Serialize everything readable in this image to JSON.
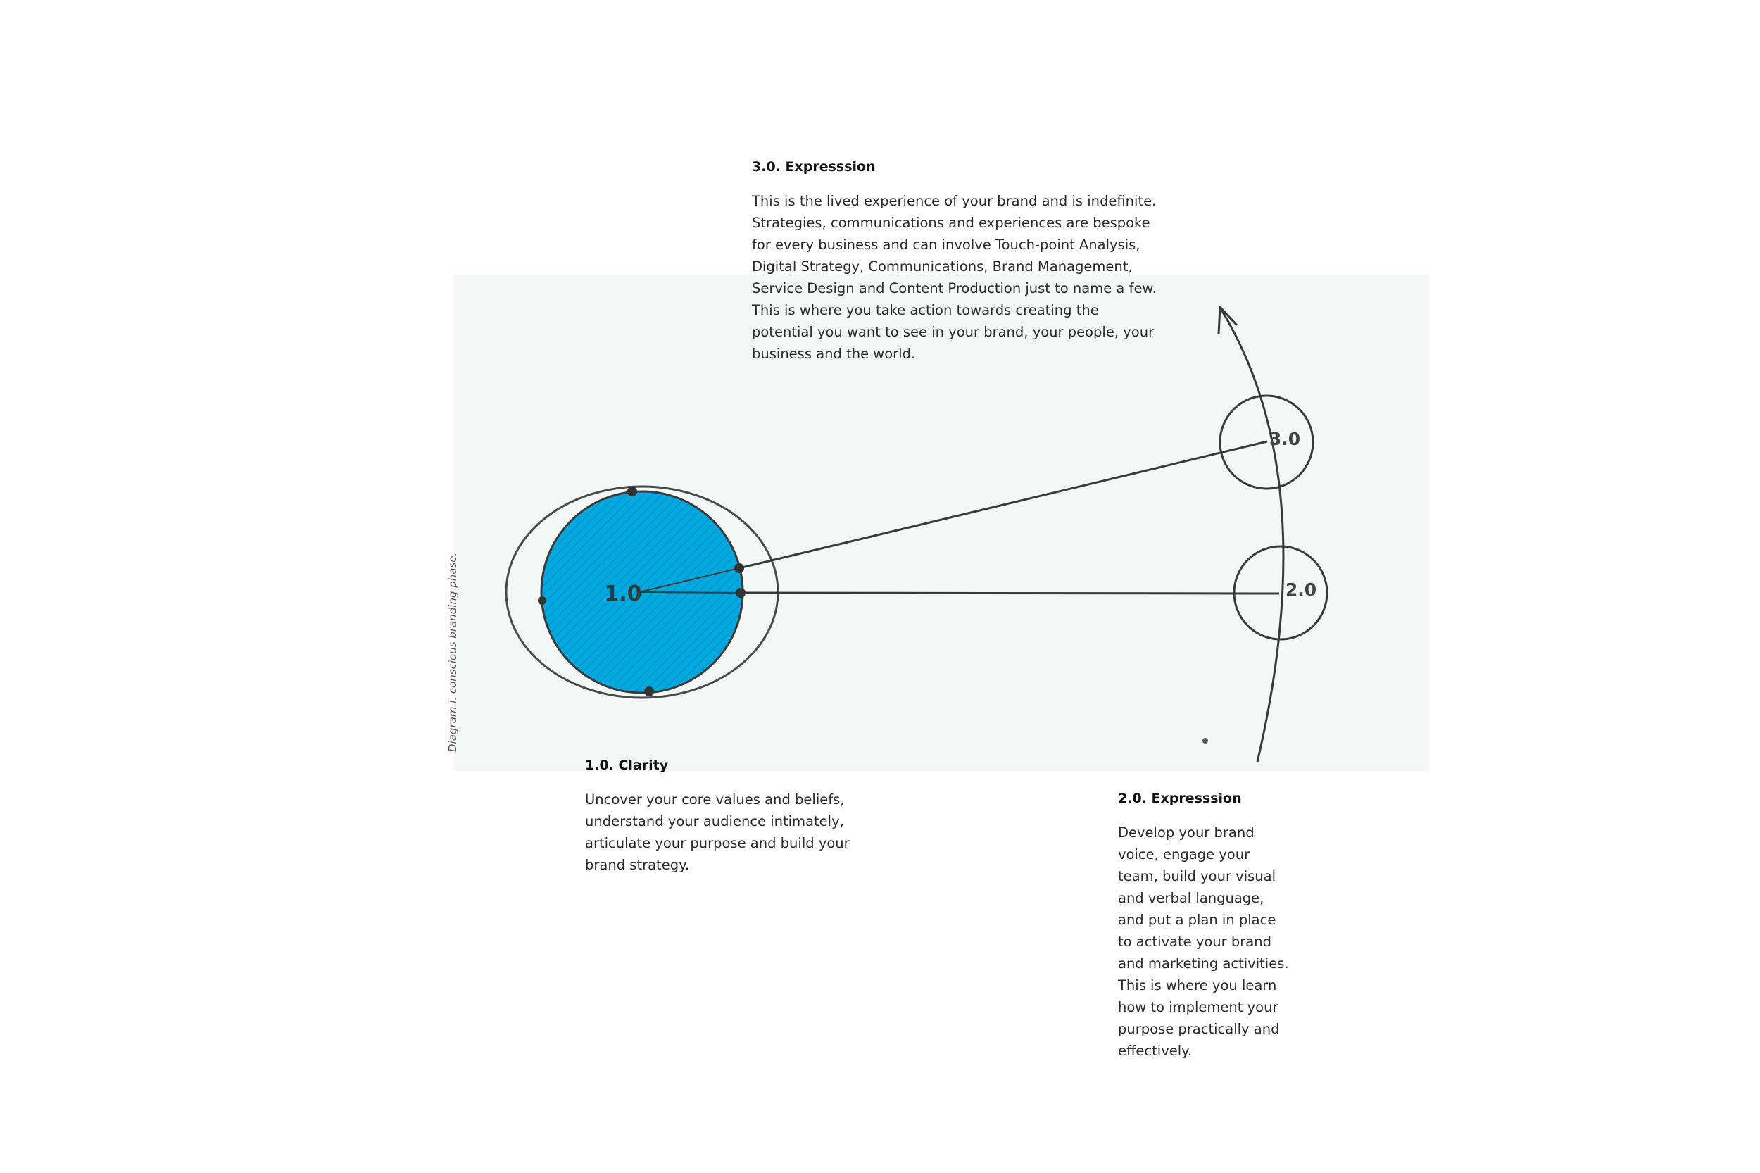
{
  "caption": "Diagram i. conscious branding phase.",
  "colors": {
    "clarity_fill": "#00a8e0",
    "ink": "#3a3a3a",
    "panel": "#f5f6f6"
  },
  "nodes": {
    "clarity": "1.0",
    "expression_2": "2.0",
    "expression_3": "3.0"
  },
  "blocks": {
    "expression_3": {
      "heading": "3.0. Expresssion",
      "body": "This is the lived experience of your brand and is indefinite. Strategies, communications and experiences are bespoke for every business and can involve Touch-point Analysis, Digital Strategy, Communications, Brand Management, Service Design and Content Production just to name a few. This is where you take action towards creating the potential you want to see in your brand, your people, your business and the world."
    },
    "clarity": {
      "heading": "1.0. Clarity",
      "body": "Uncover your core values and beliefs, understand your audience intimately, articulate your purpose and build your brand strategy."
    },
    "expression_2": {
      "heading": "2.0. Expresssion",
      "body": "Develop your brand voice, engage your team, build your visual and verbal language, and put a plan in place to activate your brand and marketing activities. This is where you learn how to implement your purpose practically and effectively."
    }
  }
}
